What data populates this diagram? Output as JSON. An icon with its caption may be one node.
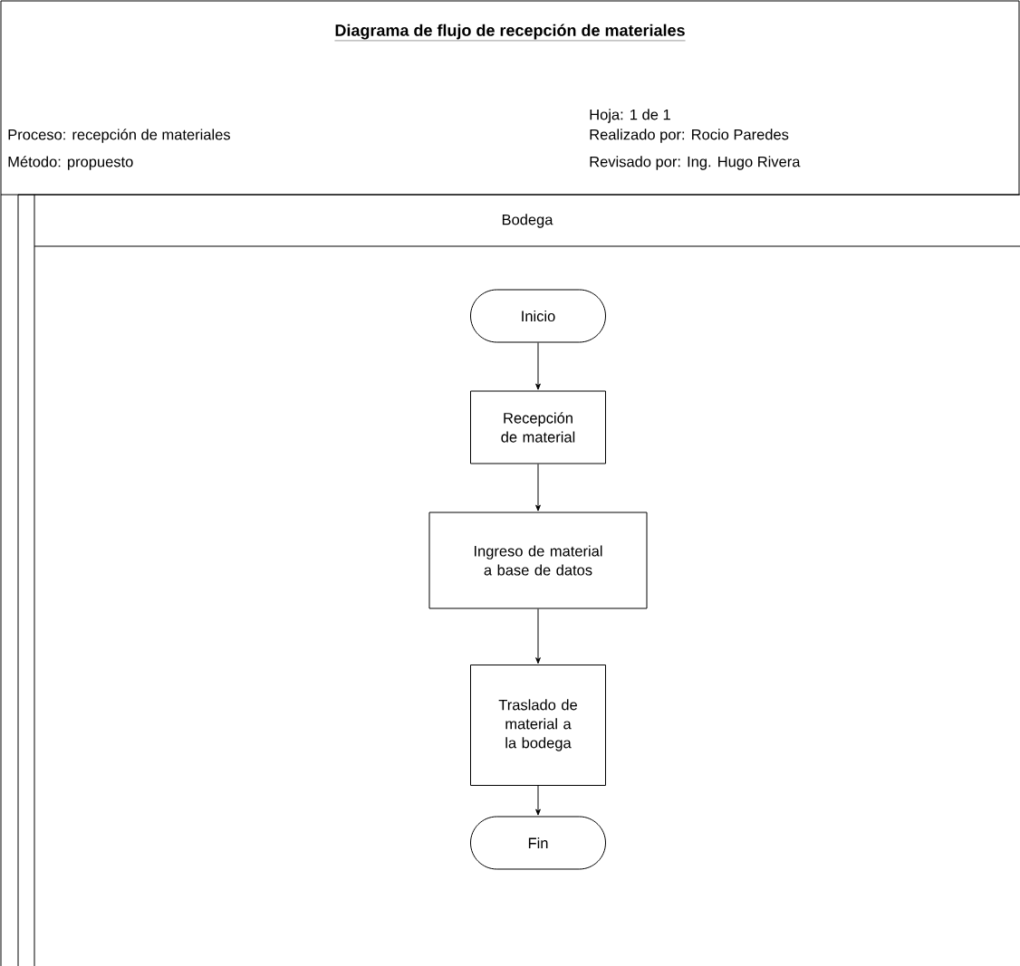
{
  "diagram": {
    "title": "Diagrama de flujo de recepción de materiales",
    "nodes": [
      {
        "text": [
          "Bodega"
        ]
      },
      {
        "text": [
          "Inicio"
        ],
        "in": 0
      },
      {
        "text": [
          "Recepción de material"
        ],
        "in": 0
      },
      {
        "text": [
          "Ingreso de material a base de datos"
        ],
        "in": 0
      },
      {
        "text": [
          "Traslado de material a la bodega"
        ],
        "in": 0
      },
      {
        "text": [
          "Fin"
        ],
        "in": 0
      }
    ],
    "edges": [
      {
        "from": 1,
        "to": 2,
        "arrow": "to"
      },
      {
        "from": 2,
        "to": 3,
        "arrow": "to"
      },
      {
        "from": 3,
        "to": 4,
        "arrow": "to"
      },
      {
        "from": 4,
        "to": 5,
        "arrow": "to"
      }
    ],
    "labels": [
      "Hoja: 1 de 1",
      "Proceso: recepción de materiales",
      "Realizado por: Rocio Paredes",
      "Método: propuesto",
      "Revisado por: Ing. Hugo Rivera"
    ]
  }
}
